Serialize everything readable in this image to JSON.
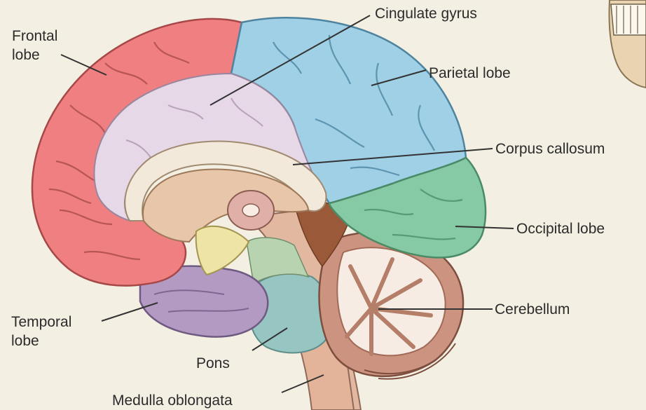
{
  "labels": {
    "frontal_lobe": [
      "Frontal",
      "lobe"
    ],
    "cingulate_gyrus": "Cingulate gyrus",
    "parietal_lobe": "Parietal lobe",
    "corpus_callosum": "Corpus callosum",
    "occipital_lobe": "Occipital lobe",
    "temporal_lobe": [
      "Temporal",
      "lobe"
    ],
    "cerebellum": "Cerebellum",
    "pons": "Pons",
    "medulla_oblongata": "Medulla oblongata"
  },
  "colors": {
    "background": "#f3efe2",
    "frontal": "#ef7f80",
    "parietal": "#9fd0e6",
    "occipital": "#86c9a5",
    "temporal": "#b39ac3",
    "cingulate": "#e6d8e7",
    "corpus_callosum": "#f3e9da",
    "thalamus": "#e8c6aa",
    "cerebellum": "#cc9480",
    "brainstem": "#e2b8a0",
    "pons": "#96c5c2",
    "midbrain": "#eee4a6",
    "leader_line": "#333333"
  }
}
